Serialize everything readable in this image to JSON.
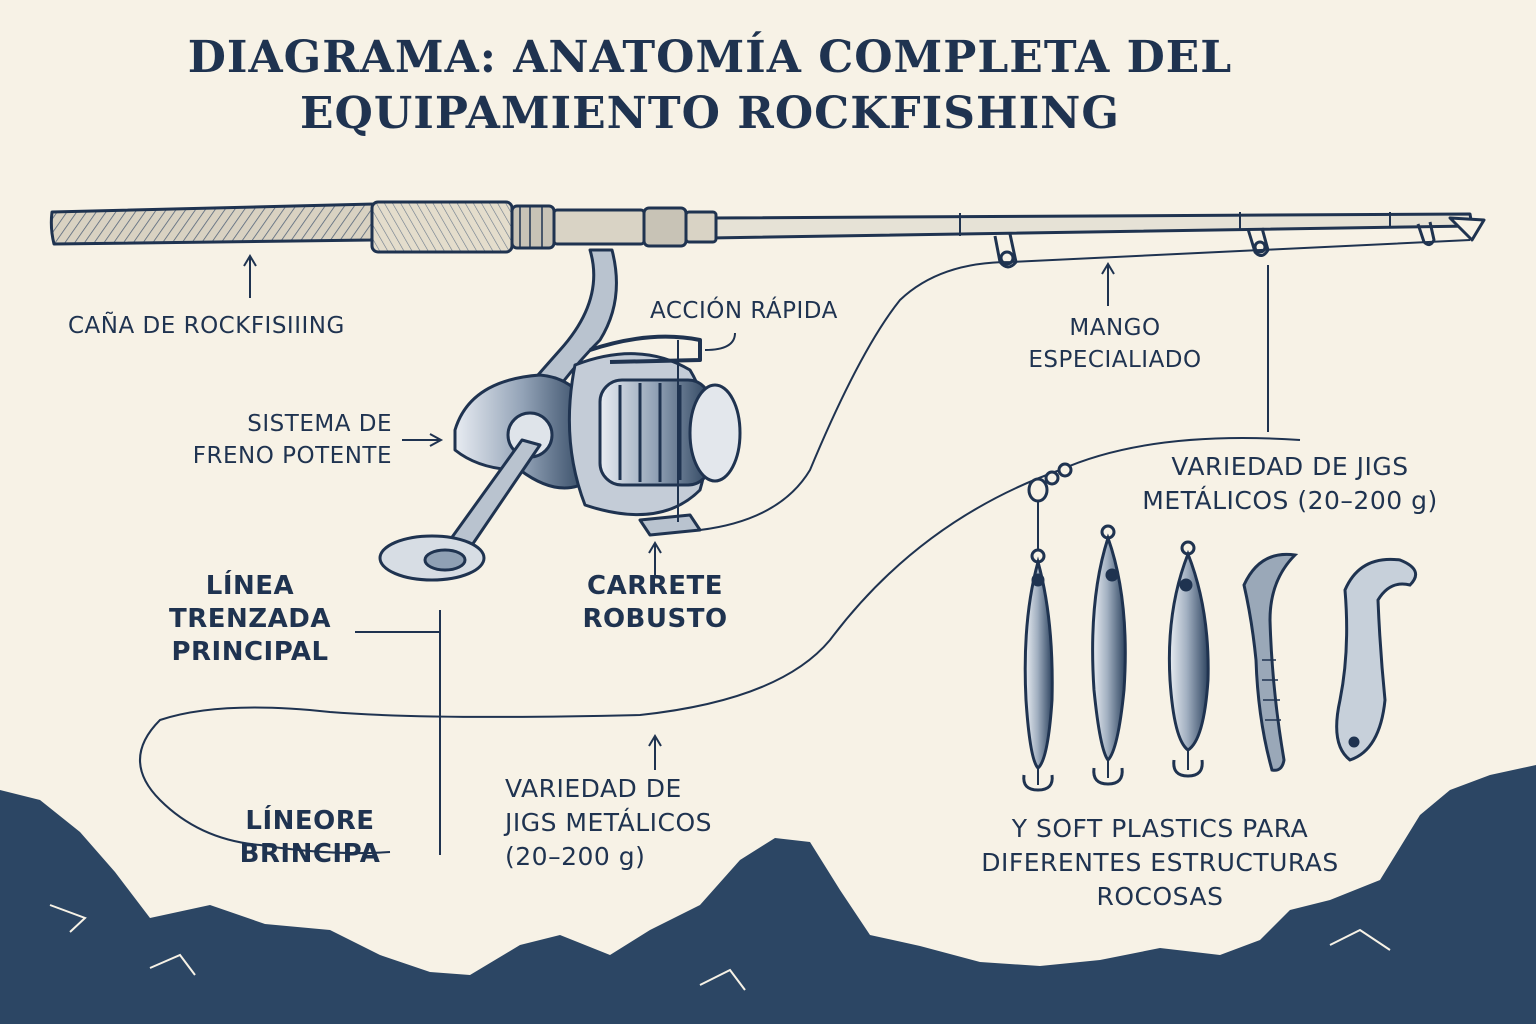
{
  "title": {
    "line1": "DIAGRAMA: ANATOMÍA COMPLETA DEL",
    "line2": "EQUIPAMIENTO ROCKFISHING"
  },
  "labels": {
    "rod": "CAÑA DE ROCKFISIIING",
    "fast_action": "ACCIÓN RÁPIDA",
    "handle": {
      "line1": "MANGO",
      "line2": "ESPECIALIADO"
    },
    "drag": {
      "line1": "SISTEMA DE",
      "line2": "FRENO POTENTE"
    },
    "reel": {
      "line1": "CARRETE",
      "line2": "ROBUSTO"
    },
    "braided_line": {
      "line1": "LÍNEA",
      "line2": "TRENZADA",
      "line3": "PRINCIPAL"
    },
    "line_bottom": {
      "line1": "LÍNEORE",
      "line2": "BRINCIPA"
    },
    "jigs_center": {
      "line1": "VARIEDAD DE",
      "line2": "JIGS METÁLICOS",
      "line3": "(20–200 g)"
    },
    "jigs_right": {
      "line1": "VARIEDAD DE JIGS",
      "line2": "METÁLICOS (20–200 g)"
    },
    "soft_plastics": {
      "line1": "Y SOFT PLASTICS PARA",
      "line2": "DIFERENTES ESTRUCTURAS",
      "line3": "ROCOSAS"
    }
  },
  "colors": {
    "ink": "#1f3350",
    "paper": "#f7f2e6",
    "mountains": "#2c4664",
    "metal": "#8fa0b4"
  }
}
